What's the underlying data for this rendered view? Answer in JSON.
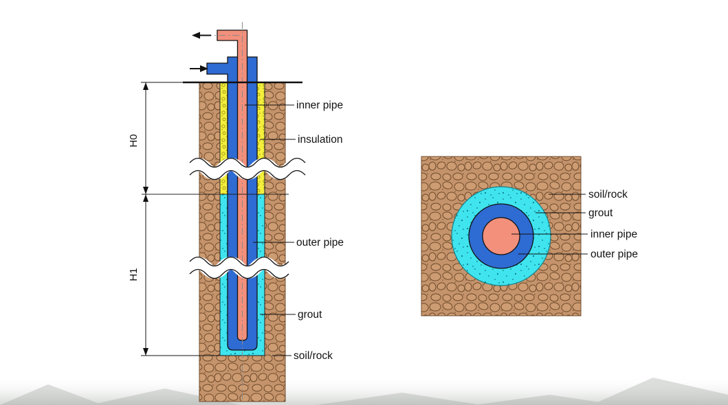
{
  "left_view": {
    "dimensions": {
      "h0": "H0",
      "h1": "H1"
    },
    "labels": {
      "inner_pipe": "inner pipe",
      "insulation": "insulation",
      "outer_pipe": "outer pipe",
      "grout": "grout",
      "soil_rock": "soil/rock"
    }
  },
  "right_view": {
    "labels": {
      "soil_rock": "soil/rock",
      "grout": "grout",
      "inner_pipe": "inner pipe",
      "outer_pipe": "outer pipe"
    }
  },
  "colors": {
    "soil": "#C4936B",
    "soil_stone": "#CD9C72",
    "soil_outline": "#6F4B2C",
    "grout": "#3FE4EE",
    "grout_speck": "#0E7C8A",
    "insulation": "#F3EF3C",
    "insulation_bubble": "#9A9415",
    "outer_pipe": "#2E6BD2",
    "inner_pipe": "#F2907C"
  }
}
